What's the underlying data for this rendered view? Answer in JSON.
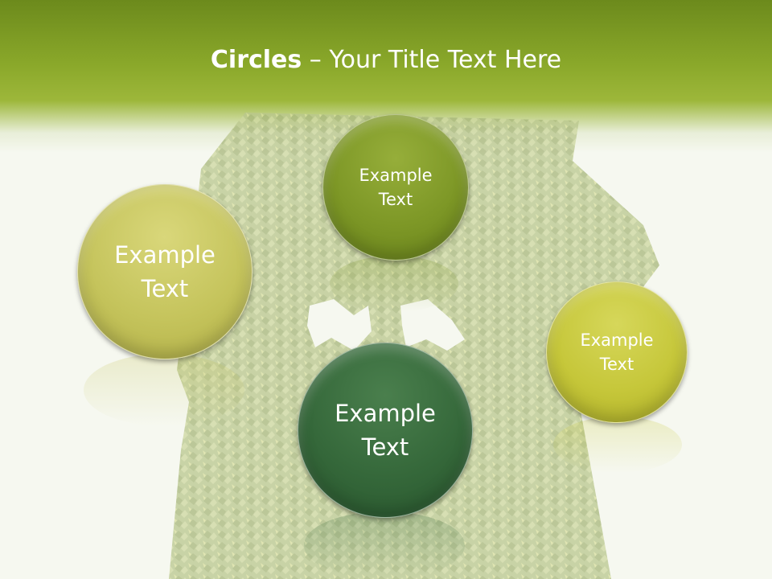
{
  "title": {
    "bold": "Circles",
    "rest": " – Your Title Text Here"
  },
  "circles": [
    {
      "label": "Example\nText",
      "color": "#c5c45c"
    },
    {
      "label": "Example\nText",
      "color": "#7d9726"
    },
    {
      "label": "Example\nText",
      "color": "#35683a"
    },
    {
      "label": "Example\nText",
      "color": "#c6c73a"
    }
  ],
  "colors": {
    "header": "#8aa82a",
    "background": "#f6f8f0",
    "foliage": "#b7c48c"
  }
}
